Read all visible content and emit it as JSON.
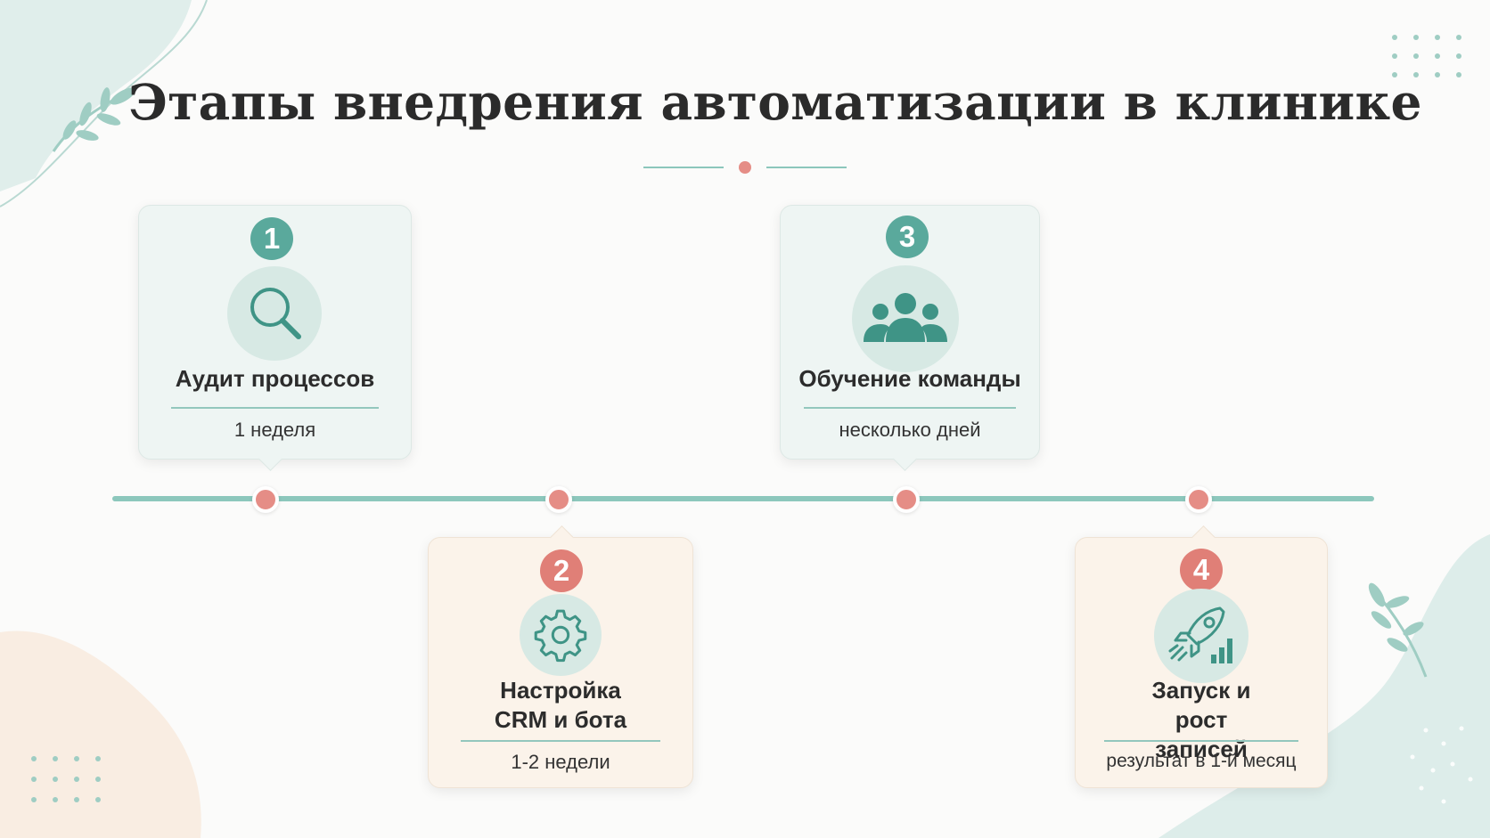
{
  "title": "Этапы внедрения автоматизации в клинике",
  "colors": {
    "teal": "#5aa99c",
    "peach": "#e07f77",
    "timeline": "#8cc7bc",
    "text": "#2b2b2b"
  },
  "steps": [
    {
      "number": "1",
      "title": "Аудит процессов",
      "duration": "1 неделя",
      "icon": "search-icon",
      "color": "teal"
    },
    {
      "number": "2",
      "title": "Настройка CRM и бота",
      "duration": "1-2 недели",
      "icon": "gear-icon",
      "color": "peach"
    },
    {
      "number": "3",
      "title": "Обучение команды",
      "duration": "несколько дней",
      "icon": "team-icon",
      "color": "teal"
    },
    {
      "number": "4",
      "title": "Запуск и рост записей",
      "duration": "результат в 1-й месяц",
      "icon": "rocket-growth-icon",
      "color": "peach"
    }
  ]
}
